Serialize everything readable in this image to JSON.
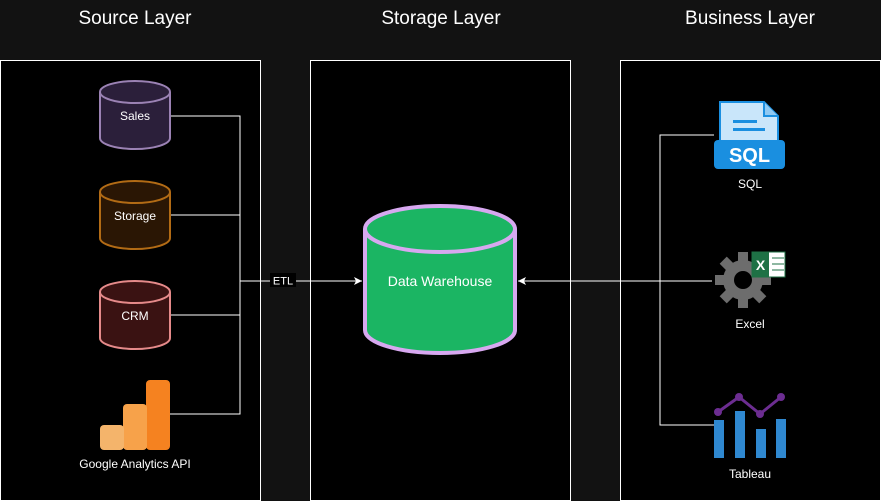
{
  "layers": {
    "source": "Source Layer",
    "storage": "Storage Layer",
    "business": "Business Layer"
  },
  "sources": {
    "sales": "Sales",
    "storage": "Storage",
    "crm": "CRM",
    "google_analytics": "Google Analytics API"
  },
  "connector": {
    "etl": "ETL"
  },
  "warehouse": {
    "label": "Data Warehouse"
  },
  "tools": {
    "sql": "SQL",
    "sql_icon_text": "SQL",
    "excel": "Excel",
    "excel_icon_text": "X",
    "tableau": "Tableau"
  },
  "colors": {
    "background": "#121212",
    "panel": "#000000",
    "sales_fill": "#2b1f3a",
    "sales_stroke": "#9b82b4",
    "storage_fill": "#2a1604",
    "storage_stroke": "#b26b15",
    "crm_fill": "#3a1212",
    "crm_stroke": "#e58a8a",
    "warehouse_fill": "#1bb563",
    "warehouse_stroke": "#d7a8f0",
    "sql_blue": "#1a8fe0",
    "excel_green": "#1e7145",
    "gear_gray": "#6d6d6d",
    "tableau_blue": "#2f88d0",
    "tableau_purple": "#6c2d91",
    "ga_orange": "#f58220",
    "ga_light": "#f4b46b"
  }
}
